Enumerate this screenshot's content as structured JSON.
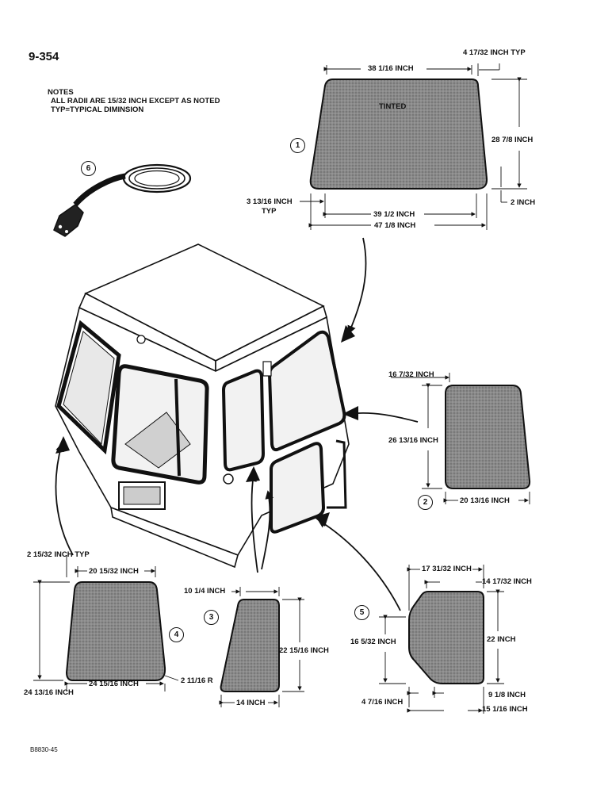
{
  "page_number": "9-354",
  "notes": {
    "heading": "NOTES",
    "line1": "ALL RADII ARE 15/32 INCH EXCEPT AS NOTED",
    "line2": "TYP=TYPICAL DIMINSION"
  },
  "figure_code": "B8830-45",
  "callouts": [
    "1",
    "2",
    "3",
    "4",
    "5",
    "6"
  ],
  "glass1": {
    "label_tinted": "TINTED",
    "top_width": "38 1/16 INCH",
    "corner_offset": "4 17/32 INCH  TYP",
    "height": "28 7/8 INCH",
    "bottom_step": "2 INCH",
    "side_offset": "3 13/16 INCH",
    "side_offset_typ": "TYP",
    "bottom_inner": "39 1/2 INCH",
    "bottom_overall": "47 1/8 INCH"
  },
  "glass2": {
    "top_width": "16 7/32 INCH",
    "height": "26 13/16 INCH",
    "bottom_width": "20 13/16 INCH"
  },
  "glass3": {
    "top_width": "10 1/4 INCH",
    "height": "22 15/16 INCH",
    "bottom_width": "14 INCH"
  },
  "glass4": {
    "offset": "2 15/32 INCH  TYP",
    "top_width": "20 15/32 INCH",
    "height": "24 13/16 INCH",
    "bottom_width": "24 15/16 INCH",
    "radius": "2 11/16 R"
  },
  "glass5": {
    "top_width": "17 31/32 INCH",
    "top_right": "14 17/32 INCH",
    "height": "22 INCH",
    "left_height": "16 5/32 INCH",
    "bottom_left": "4 7/16 INCH",
    "bottom_right": "9 1/8 INCH",
    "bottom_overall": "15 1/16 INCH"
  }
}
